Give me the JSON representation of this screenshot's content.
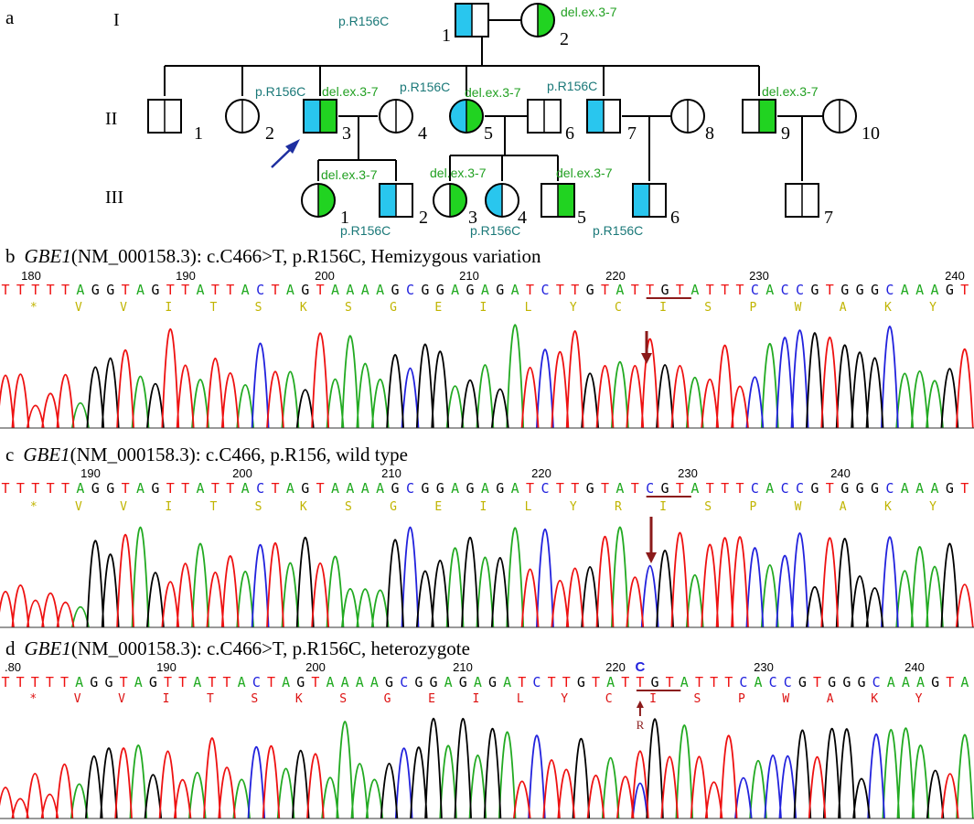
{
  "colors": {
    "affected_r156c": "#29c6ee",
    "affected_del": "#21d321",
    "label_r156c": "#1a7878",
    "label_del": "#22a022",
    "arrow_proband": "#1e2fa0",
    "arrow_seq": "#8b1a1a",
    "base_A": "#22aa22",
    "base_C": "#2222dd",
    "base_G": "#000000",
    "base_T": "#ee1111",
    "aa_text": "#c0b400",
    "aa_text_d": "#dd1111"
  },
  "panel_a": {
    "letter": "a",
    "generations": [
      "I",
      "II",
      "III"
    ],
    "individuals": [
      {
        "id": "I-1",
        "sex": "M",
        "num": "1",
        "fill": "r156c",
        "label": "p.R156C",
        "label_type": "r156c"
      },
      {
        "id": "I-2",
        "sex": "F",
        "num": "2",
        "fill": "del",
        "label": "del.ex.3-7",
        "label_type": "del"
      },
      {
        "id": "II-1",
        "sex": "M",
        "num": "1",
        "fill": "none"
      },
      {
        "id": "II-2",
        "sex": "F",
        "num": "2",
        "fill": "none"
      },
      {
        "id": "II-3",
        "sex": "M",
        "num": "3",
        "fill": "both",
        "labels": [
          "p.R156C",
          "del.ex.3-7"
        ],
        "proband": true
      },
      {
        "id": "II-4",
        "sex": "F",
        "num": "4",
        "fill": "none"
      },
      {
        "id": "II-5",
        "sex": "F",
        "num": "5",
        "fill": "both",
        "labels": [
          "p.R156C",
          "del.ex.3-7"
        ]
      },
      {
        "id": "II-6",
        "sex": "M",
        "num": "6",
        "fill": "none"
      },
      {
        "id": "II-7",
        "sex": "M",
        "num": "7",
        "fill": "r156c",
        "label": "p.R156C",
        "label_type": "r156c"
      },
      {
        "id": "II-8",
        "sex": "F",
        "num": "8",
        "fill": "none"
      },
      {
        "id": "II-9",
        "sex": "M",
        "num": "9",
        "fill": "del",
        "label": "del.ex.3-7",
        "label_type": "del"
      },
      {
        "id": "II-10",
        "sex": "F",
        "num": "10",
        "fill": "none"
      },
      {
        "id": "III-1",
        "sex": "F",
        "num": "1",
        "fill": "del",
        "label": "del.ex.3-7",
        "label_type": "del"
      },
      {
        "id": "III-2",
        "sex": "M",
        "num": "2",
        "fill": "r156c",
        "label": "p.R156C",
        "label_type": "r156c"
      },
      {
        "id": "III-3",
        "sex": "F",
        "num": "3",
        "fill": "del",
        "label": "del.ex.3-7",
        "label_type": "del"
      },
      {
        "id": "III-4",
        "sex": "F",
        "num": "4",
        "fill": "r156c",
        "label": "p.R156C",
        "label_type": "r156c"
      },
      {
        "id": "III-5",
        "sex": "M",
        "num": "5",
        "fill": "del",
        "label": "del.ex.3-7",
        "label_type": "del"
      },
      {
        "id": "III-6",
        "sex": "M",
        "num": "6",
        "fill": "r156c",
        "label": "p.R156C",
        "label_type": "r156c"
      },
      {
        "id": "III-7",
        "sex": "M",
        "num": "7",
        "fill": "none"
      }
    ]
  },
  "panel_b": {
    "letter": "b",
    "gene": "GBE1",
    "title_rest": "(NM_000158.3): c.C466>T, p.R156C, Hemizygous variation",
    "positions": [
      "180",
      "190",
      "200",
      "210",
      "220",
      "230",
      "240"
    ],
    "sequence": "TTTTTAGGTAGTTATTACTAGTAAAAGCGGAGAGATCTTGTATTGTATTTCACCGTGGGCAAAGT",
    "aa": [
      "*",
      "V",
      "V",
      "I",
      "T",
      "S",
      "K",
      "S",
      "G",
      "E",
      "I",
      "L",
      "Y",
      "C",
      "I",
      "S",
      "P",
      "W",
      "A",
      "K",
      "Y"
    ]
  },
  "panel_c": {
    "letter": "c",
    "gene": "GBE1",
    "title_rest": "(NM_000158.3): c.C466, p.R156, wild type",
    "positions": [
      "190",
      "200",
      "210",
      "220",
      "230",
      "240"
    ],
    "sequence": "TTTTTAGGTAGTTATTACTAGTAAAAGCGGAGAGATCTTGTATCGTATTTCACCGTGGGCAAAGT",
    "aa": [
      "*",
      "V",
      "V",
      "I",
      "T",
      "S",
      "K",
      "S",
      "G",
      "E",
      "I",
      "L",
      "Y",
      "R",
      "I",
      "S",
      "P",
      "W",
      "A",
      "K",
      "Y"
    ]
  },
  "panel_d": {
    "letter": "d",
    "gene": "GBE1",
    "title_rest": "(NM_000158.3): c.C466>T, p.R156C, heterozygote",
    "positions": [
      ".80",
      "190",
      "200",
      "210",
      "220",
      "230",
      "240"
    ],
    "sequence": "TTTTTAGGTAGTTATTACTAGTAAAAGCGGAGAGATCTTGTATTGTATTTCACCGTGGGCAAAGTA",
    "aa": [
      "*",
      "V",
      "V",
      "I",
      "T",
      "S",
      "K",
      "S",
      "G",
      "E",
      "I",
      "L",
      "Y",
      "C",
      "I",
      "S",
      "P",
      "W",
      "A",
      "K",
      "Y"
    ],
    "het_base_top": "C",
    "het_code": "R"
  }
}
